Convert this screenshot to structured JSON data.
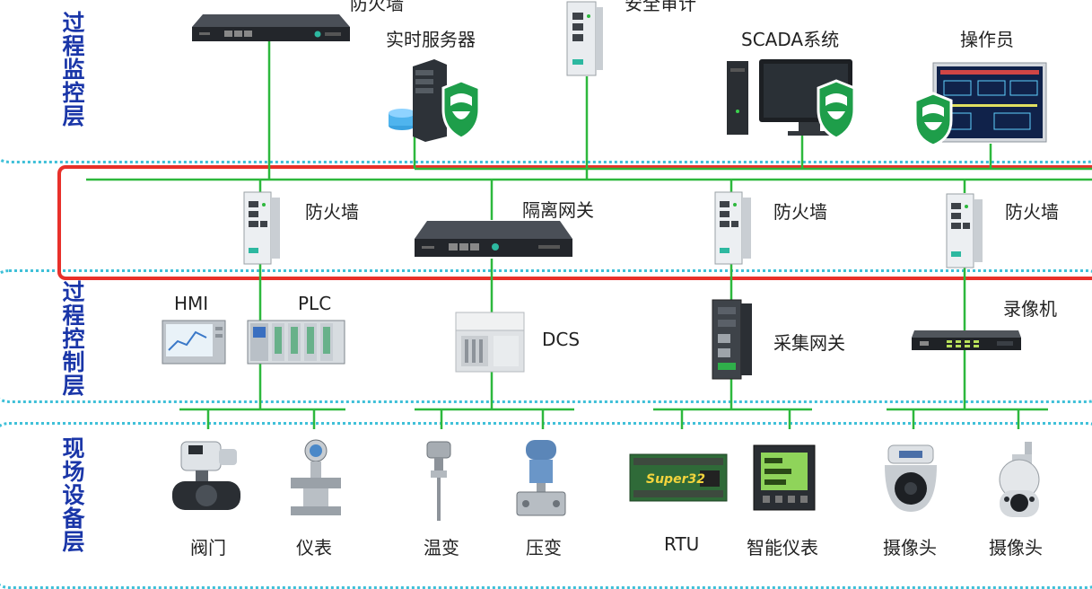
{
  "layers": {
    "supervisory": "过程监控层",
    "control": "过程控制层",
    "field": "现场设备层"
  },
  "labels": {
    "top_firewall_cut": "防火墙",
    "top_audit_cut": "安全审计",
    "realtime_server": "实时服务器",
    "scada": "SCADA系统",
    "operator": "操作员",
    "firewall_1": "防火墙",
    "isolation_gateway": "隔离网关",
    "firewall_2": "防火墙",
    "firewall_3": "防火墙",
    "hmi": "HMI",
    "plc": "PLC",
    "dcs": "DCS",
    "collector_gateway": "采集网关",
    "recorder": "录像机",
    "valve": "阀门",
    "meter": "仪表",
    "temp_transmitter": "温变",
    "pressure_transmitter": "压变",
    "rtu": "RTU",
    "smart_meter": "智能仪表",
    "camera_1": "摄像头",
    "camera_2": "摄像头",
    "rtu_brand": "Super32"
  },
  "colors": {
    "wire": "#2db83d",
    "zone_border": "#e8302a",
    "layer_border": "#3fc0d8",
    "layer_title": "#1a36a8",
    "shield": "#1e9e4a"
  }
}
